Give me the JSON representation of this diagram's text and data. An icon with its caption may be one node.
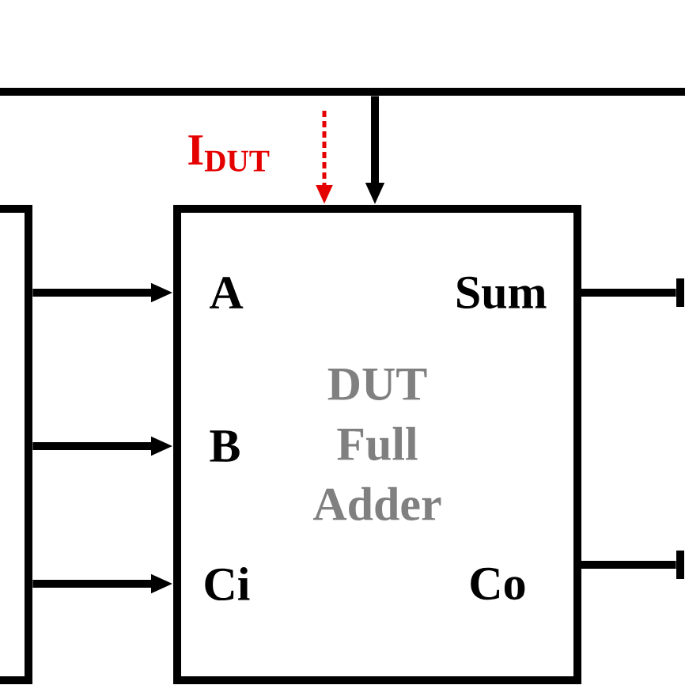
{
  "diagram": {
    "nodes": [
      {
        "text": [
          "DUT Full Adder"
        ]
      },
      {
        "text": [
          "A"
        ],
        "in": 0
      },
      {
        "text": [
          "B"
        ],
        "in": 0
      },
      {
        "text": [
          "Ci"
        ],
        "in": 0
      },
      {
        "text": [
          "Sum"
        ],
        "in": 0
      },
      {
        "text": [
          "Co"
        ],
        "in": 0
      },
      {
        "text": [],
        "shape": "bar"
      },
      {
        "text": [],
        "shape": "bar"
      },
      {
        "text": [],
        "shape": "bar"
      },
      {
        "text": [],
        "shape": "bar"
      }
    ],
    "edges": [
      {
        "from": 6,
        "to": 0,
        "arrow": "to"
      },
      {
        "from": 7,
        "to": 1,
        "arrow": "to"
      },
      {
        "from": 7,
        "to": 2,
        "arrow": "to"
      },
      {
        "from": 7,
        "to": 3,
        "arrow": "to"
      },
      {
        "from": 4,
        "to": 8,
        "arrow": "none"
      },
      {
        "from": 5,
        "to": 9,
        "arrow": "none"
      }
    ],
    "labels": [
      "I$_{DUT}$"
    ]
  }
}
